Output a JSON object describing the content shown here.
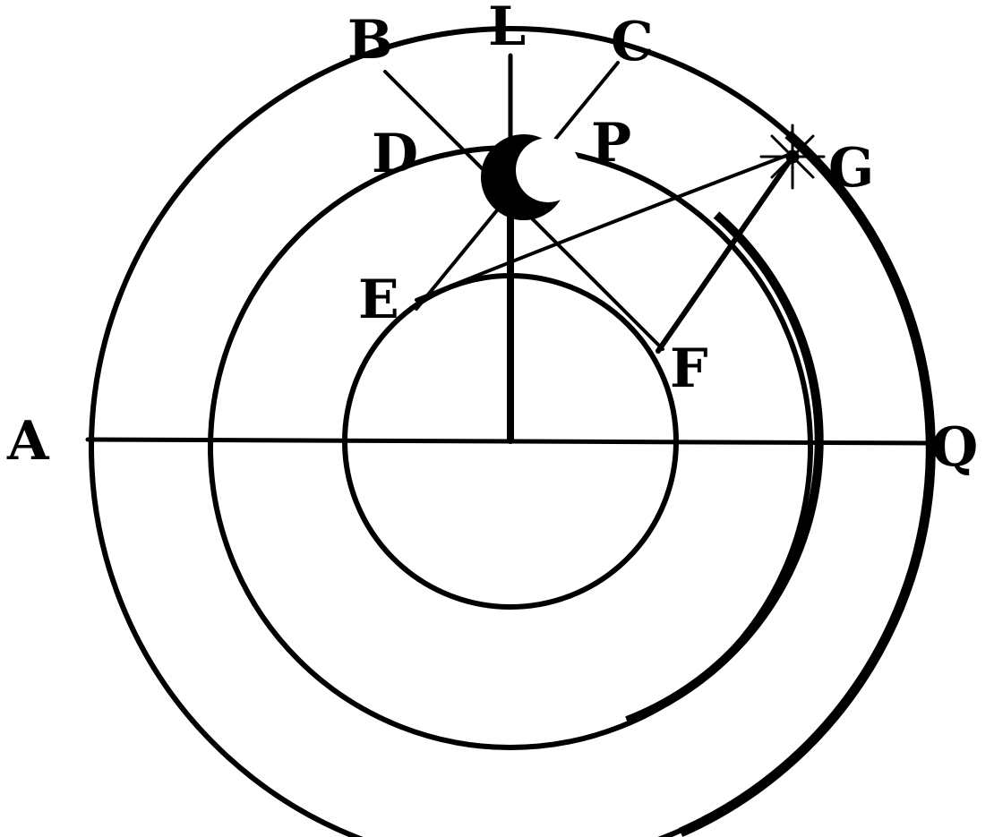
{
  "diagram": {
    "labels": {
      "A": "A",
      "B": "B",
      "L": "L",
      "C": "C",
      "D": "D",
      "P": "P",
      "G": "G",
      "E": "E",
      "F": "F",
      "Q": "Q"
    },
    "symbols": {
      "moon": "moon-crescent-icon",
      "star": "star-icon"
    },
    "colors": {
      "ink": "#000000",
      "paper": "#ffffff"
    }
  }
}
